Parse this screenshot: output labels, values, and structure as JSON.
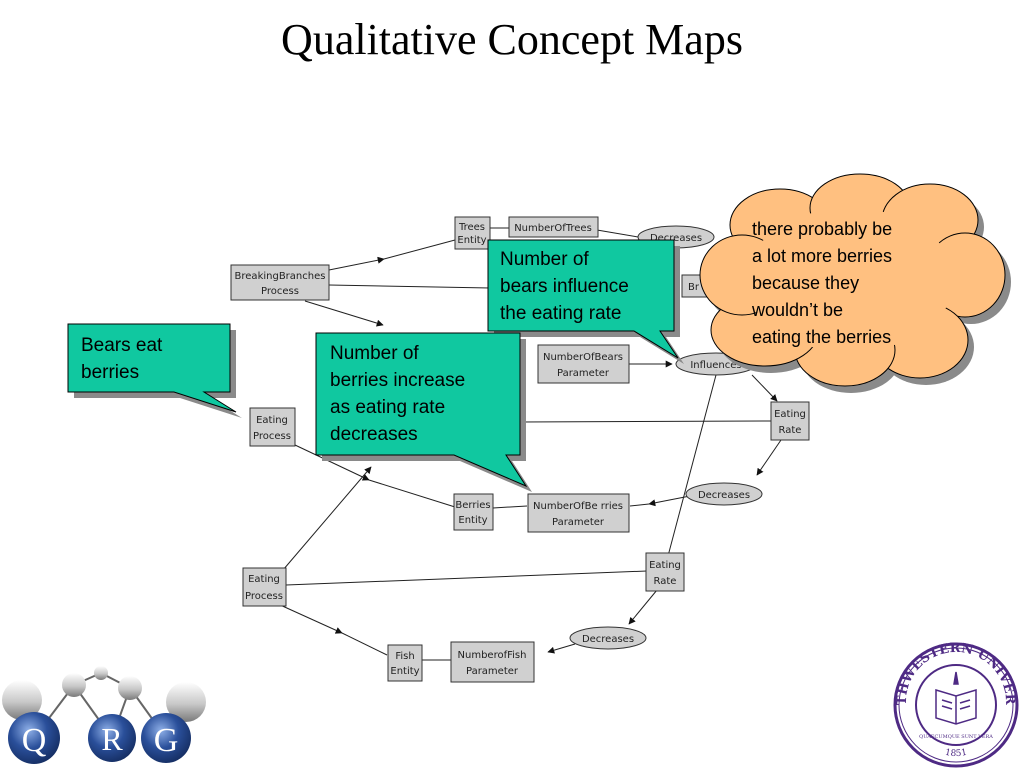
{
  "title": "Qualitative Concept Maps",
  "colors": {
    "callout_green": "#10c8a0",
    "callout_cloud": "#ffc080",
    "node_fill": "#d0d0d0",
    "logo_blue": "#2a4f9a",
    "seal_purple": "#4e2a84"
  },
  "callouts": {
    "bears": "Bears eat\nberries",
    "bears_influence": "Number of\nbears influence\nthe eating rate",
    "berries_increase": "Number of\nberries increase\nas eating rate\ndecreases",
    "cloud": "there probably be\na lot more berries\nbecause they\nwouldn’t be\neating the berries"
  },
  "nodes": {
    "trees_entity": [
      "Trees",
      "Entity"
    ],
    "number_of_trees": [
      "NumberOfTrees"
    ],
    "breaking_branches": [
      "BreakingBranches",
      "Process"
    ],
    "br_hidden": [
      "Br"
    ],
    "eating_process_top": [
      "Eating",
      "Process"
    ],
    "number_of_bears": [
      "NumberOfBears",
      "Parameter"
    ],
    "eating_rate_top": [
      "Eating",
      "Rate"
    ],
    "berries_entity": [
      "Berries",
      "Entity"
    ],
    "number_of_berries": [
      "NumberOfBe rries",
      "Parameter"
    ],
    "eating_rate_bottom": [
      "Eating",
      "Rate"
    ],
    "eating_process_bottom": [
      "Eating",
      "Process"
    ],
    "fish_entity": [
      "Fish",
      "Entity"
    ],
    "number_of_fish": [
      "NumberofFish",
      "Parameter"
    ]
  },
  "ovals": {
    "decreases_top": "Decreases",
    "influences": "Influences",
    "decreases_mid": "Decreases",
    "decreases_bottom": "Decreases"
  },
  "logo": {
    "letters": [
      "Q",
      "R",
      "G"
    ]
  },
  "seal": {
    "ring_text": "NORTHWESTERN UNIVERSITY",
    "motto": "QUAECUMQUE SUNT VERA",
    "year": "1851"
  }
}
